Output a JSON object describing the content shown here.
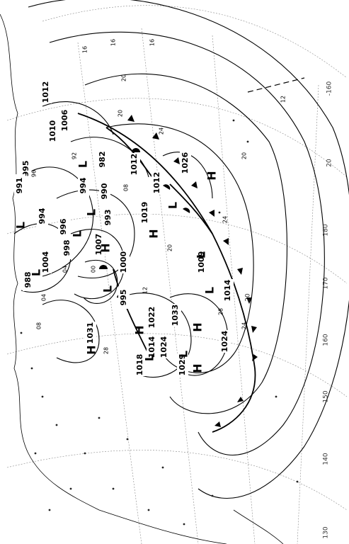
{
  "map": {
    "pressure_values": [
      {
        "text": "1026"
      },
      {
        "text": "1033"
      },
      {
        "text": "1031"
      },
      {
        "text": "1029"
      },
      {
        "text": "1024"
      },
      {
        "text": "1024"
      },
      {
        "text": "1022"
      },
      {
        "text": "1018"
      },
      {
        "text": "1019"
      },
      {
        "text": "1014"
      },
      {
        "text": "1014"
      },
      {
        "text": "1012"
      },
      {
        "text": "1012"
      },
      {
        "text": "1012"
      },
      {
        "text": "1010"
      },
      {
        "text": "1009"
      },
      {
        "text": "1007"
      },
      {
        "text": "1006"
      },
      {
        "text": "1004"
      },
      {
        "text": "1000"
      },
      {
        "text": "998"
      },
      {
        "text": "996"
      },
      {
        "text": "995"
      },
      {
        "text": "995"
      },
      {
        "text": "994"
      },
      {
        "text": "994"
      },
      {
        "text": "993"
      },
      {
        "text": "991"
      },
      {
        "text": "990"
      },
      {
        "text": "988"
      },
      {
        "text": "982"
      }
    ],
    "isobar_labels": [
      {
        "text": "16"
      },
      {
        "text": "16"
      },
      {
        "text": "16"
      },
      {
        "text": "20"
      },
      {
        "text": "20"
      },
      {
        "text": "20"
      },
      {
        "text": "20"
      },
      {
        "text": "24"
      },
      {
        "text": "24"
      },
      {
        "text": "24"
      },
      {
        "text": "28"
      },
      {
        "text": "28"
      },
      {
        "text": "12"
      },
      {
        "text": "12"
      },
      {
        "text": "08"
      },
      {
        "text": "08"
      },
      {
        "text": "04"
      },
      {
        "text": "04"
      },
      {
        "text": "00"
      },
      {
        "text": "92"
      },
      {
        "text": "96"
      }
    ],
    "systems": [
      {
        "text": "H"
      },
      {
        "text": "H"
      },
      {
        "text": "H"
      },
      {
        "text": "H"
      },
      {
        "text": "H"
      },
      {
        "text": "H"
      },
      {
        "text": "H"
      },
      {
        "text": "L"
      },
      {
        "text": "L"
      },
      {
        "text": "L"
      },
      {
        "text": "L"
      },
      {
        "text": "L"
      },
      {
        "text": "L"
      },
      {
        "text": "L"
      },
      {
        "text": "L"
      },
      {
        "text": "L"
      },
      {
        "text": "L"
      },
      {
        "text": "L"
      }
    ],
    "graticule_labels": [
      {
        "text": "180"
      },
      {
        "text": "170"
      },
      {
        "text": "160"
      },
      {
        "text": "150"
      },
      {
        "text": "140"
      },
      {
        "text": "130"
      },
      {
        "text": "-160"
      },
      {
        "text": "20"
      },
      {
        "text": "20"
      }
    ],
    "colors": {
      "ink": "#000000",
      "grid": "#888888",
      "paper": "#ffffff"
    }
  }
}
